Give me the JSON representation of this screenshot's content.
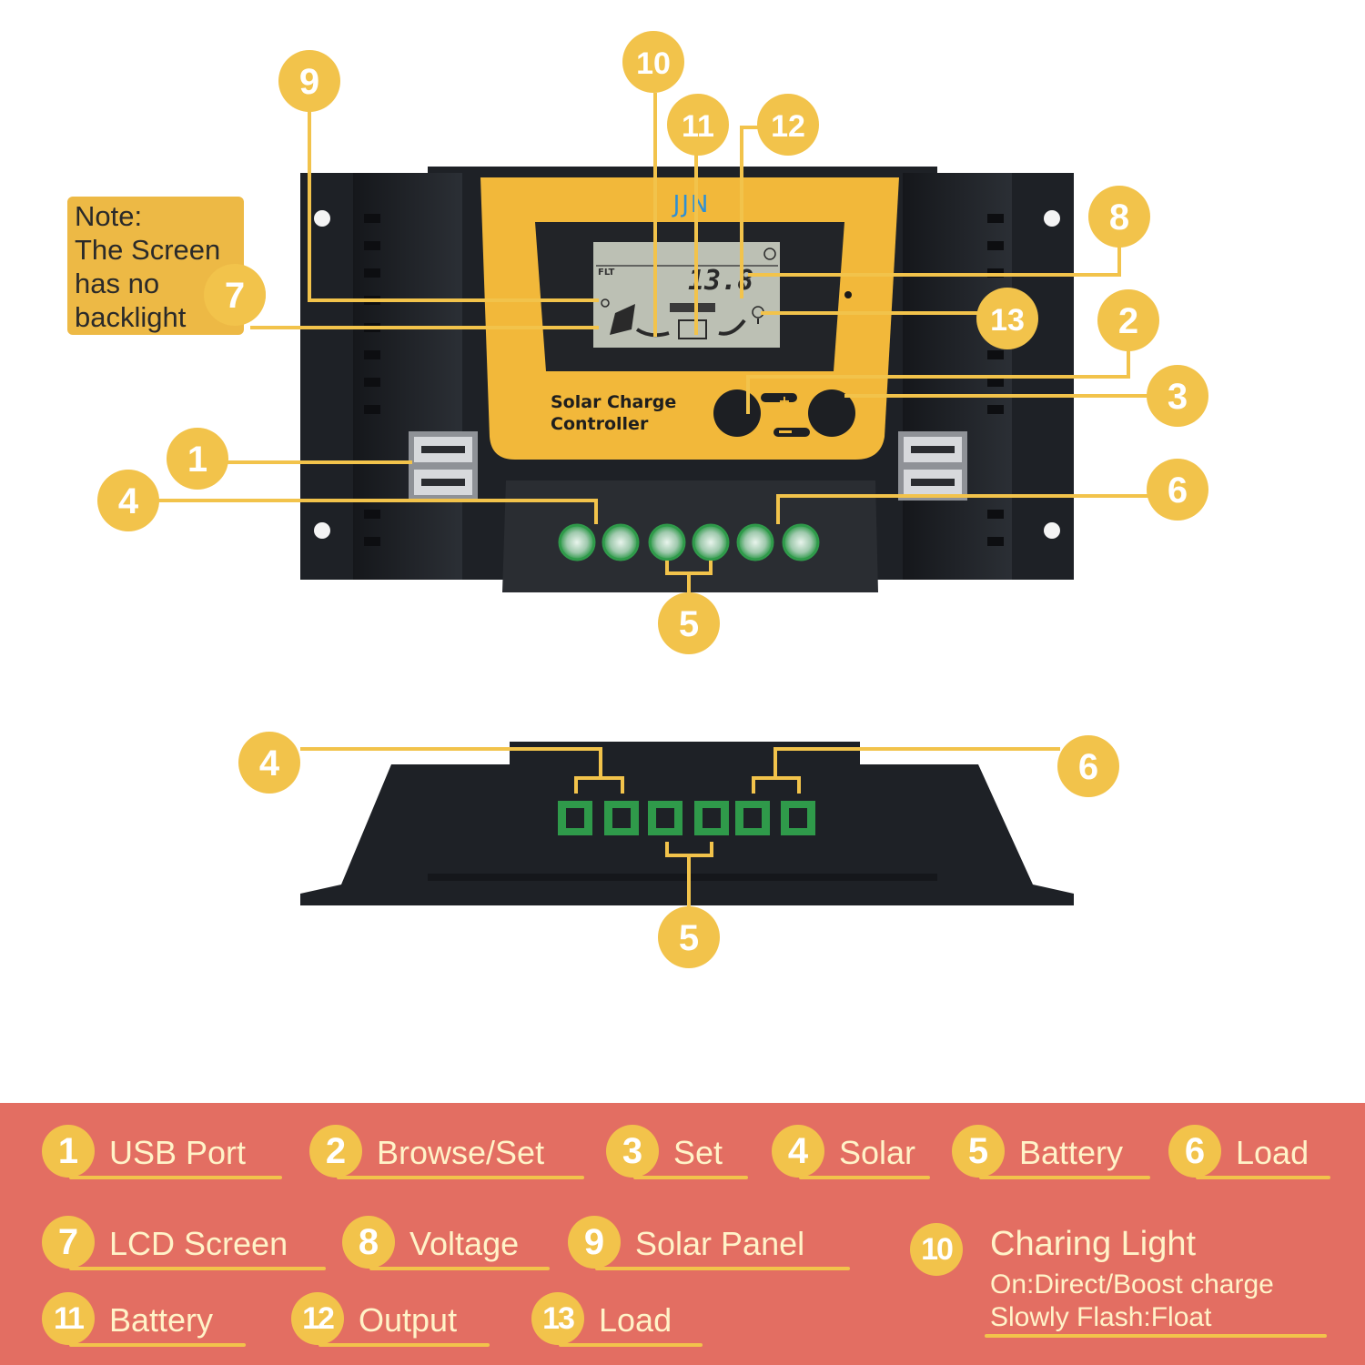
{
  "device": {
    "brand": "JJN",
    "title_line1": "Solar Charge",
    "title_line2": "Controller",
    "lcd_mode": "FLT",
    "lcd_voltage": "13.8"
  },
  "note": {
    "text": "Note:\nThe Screen\nhas no\nbacklight"
  },
  "callouts": [
    "1",
    "2",
    "3",
    "4",
    "5",
    "6",
    "7",
    "8",
    "9",
    "10",
    "11",
    "12",
    "13"
  ],
  "legend": {
    "items": [
      {
        "num": "1",
        "label": "USB Port"
      },
      {
        "num": "2",
        "label": "Browse/Set"
      },
      {
        "num": "3",
        "label": "Set"
      },
      {
        "num": "4",
        "label": "Solar"
      },
      {
        "num": "5",
        "label": "Battery"
      },
      {
        "num": "6",
        "label": "Load"
      },
      {
        "num": "7",
        "label": "LCD Screen"
      },
      {
        "num": "8",
        "label": "Voltage"
      },
      {
        "num": "9",
        "label": "Solar Panel"
      },
      {
        "num": "10",
        "label": "Charing Light",
        "desc1": "On:Direct/Boost charge",
        "desc2": "Slowly Flash:Float"
      },
      {
        "num": "11",
        "label": "Battery"
      },
      {
        "num": "12",
        "label": "Output"
      },
      {
        "num": "13",
        "label": "Load"
      }
    ]
  },
  "colors": {
    "accent_yellow": "#f2c34b",
    "device_body": "#1e2126",
    "terminal_green": "#2f9a4a",
    "legend_background": "#e36e62"
  }
}
